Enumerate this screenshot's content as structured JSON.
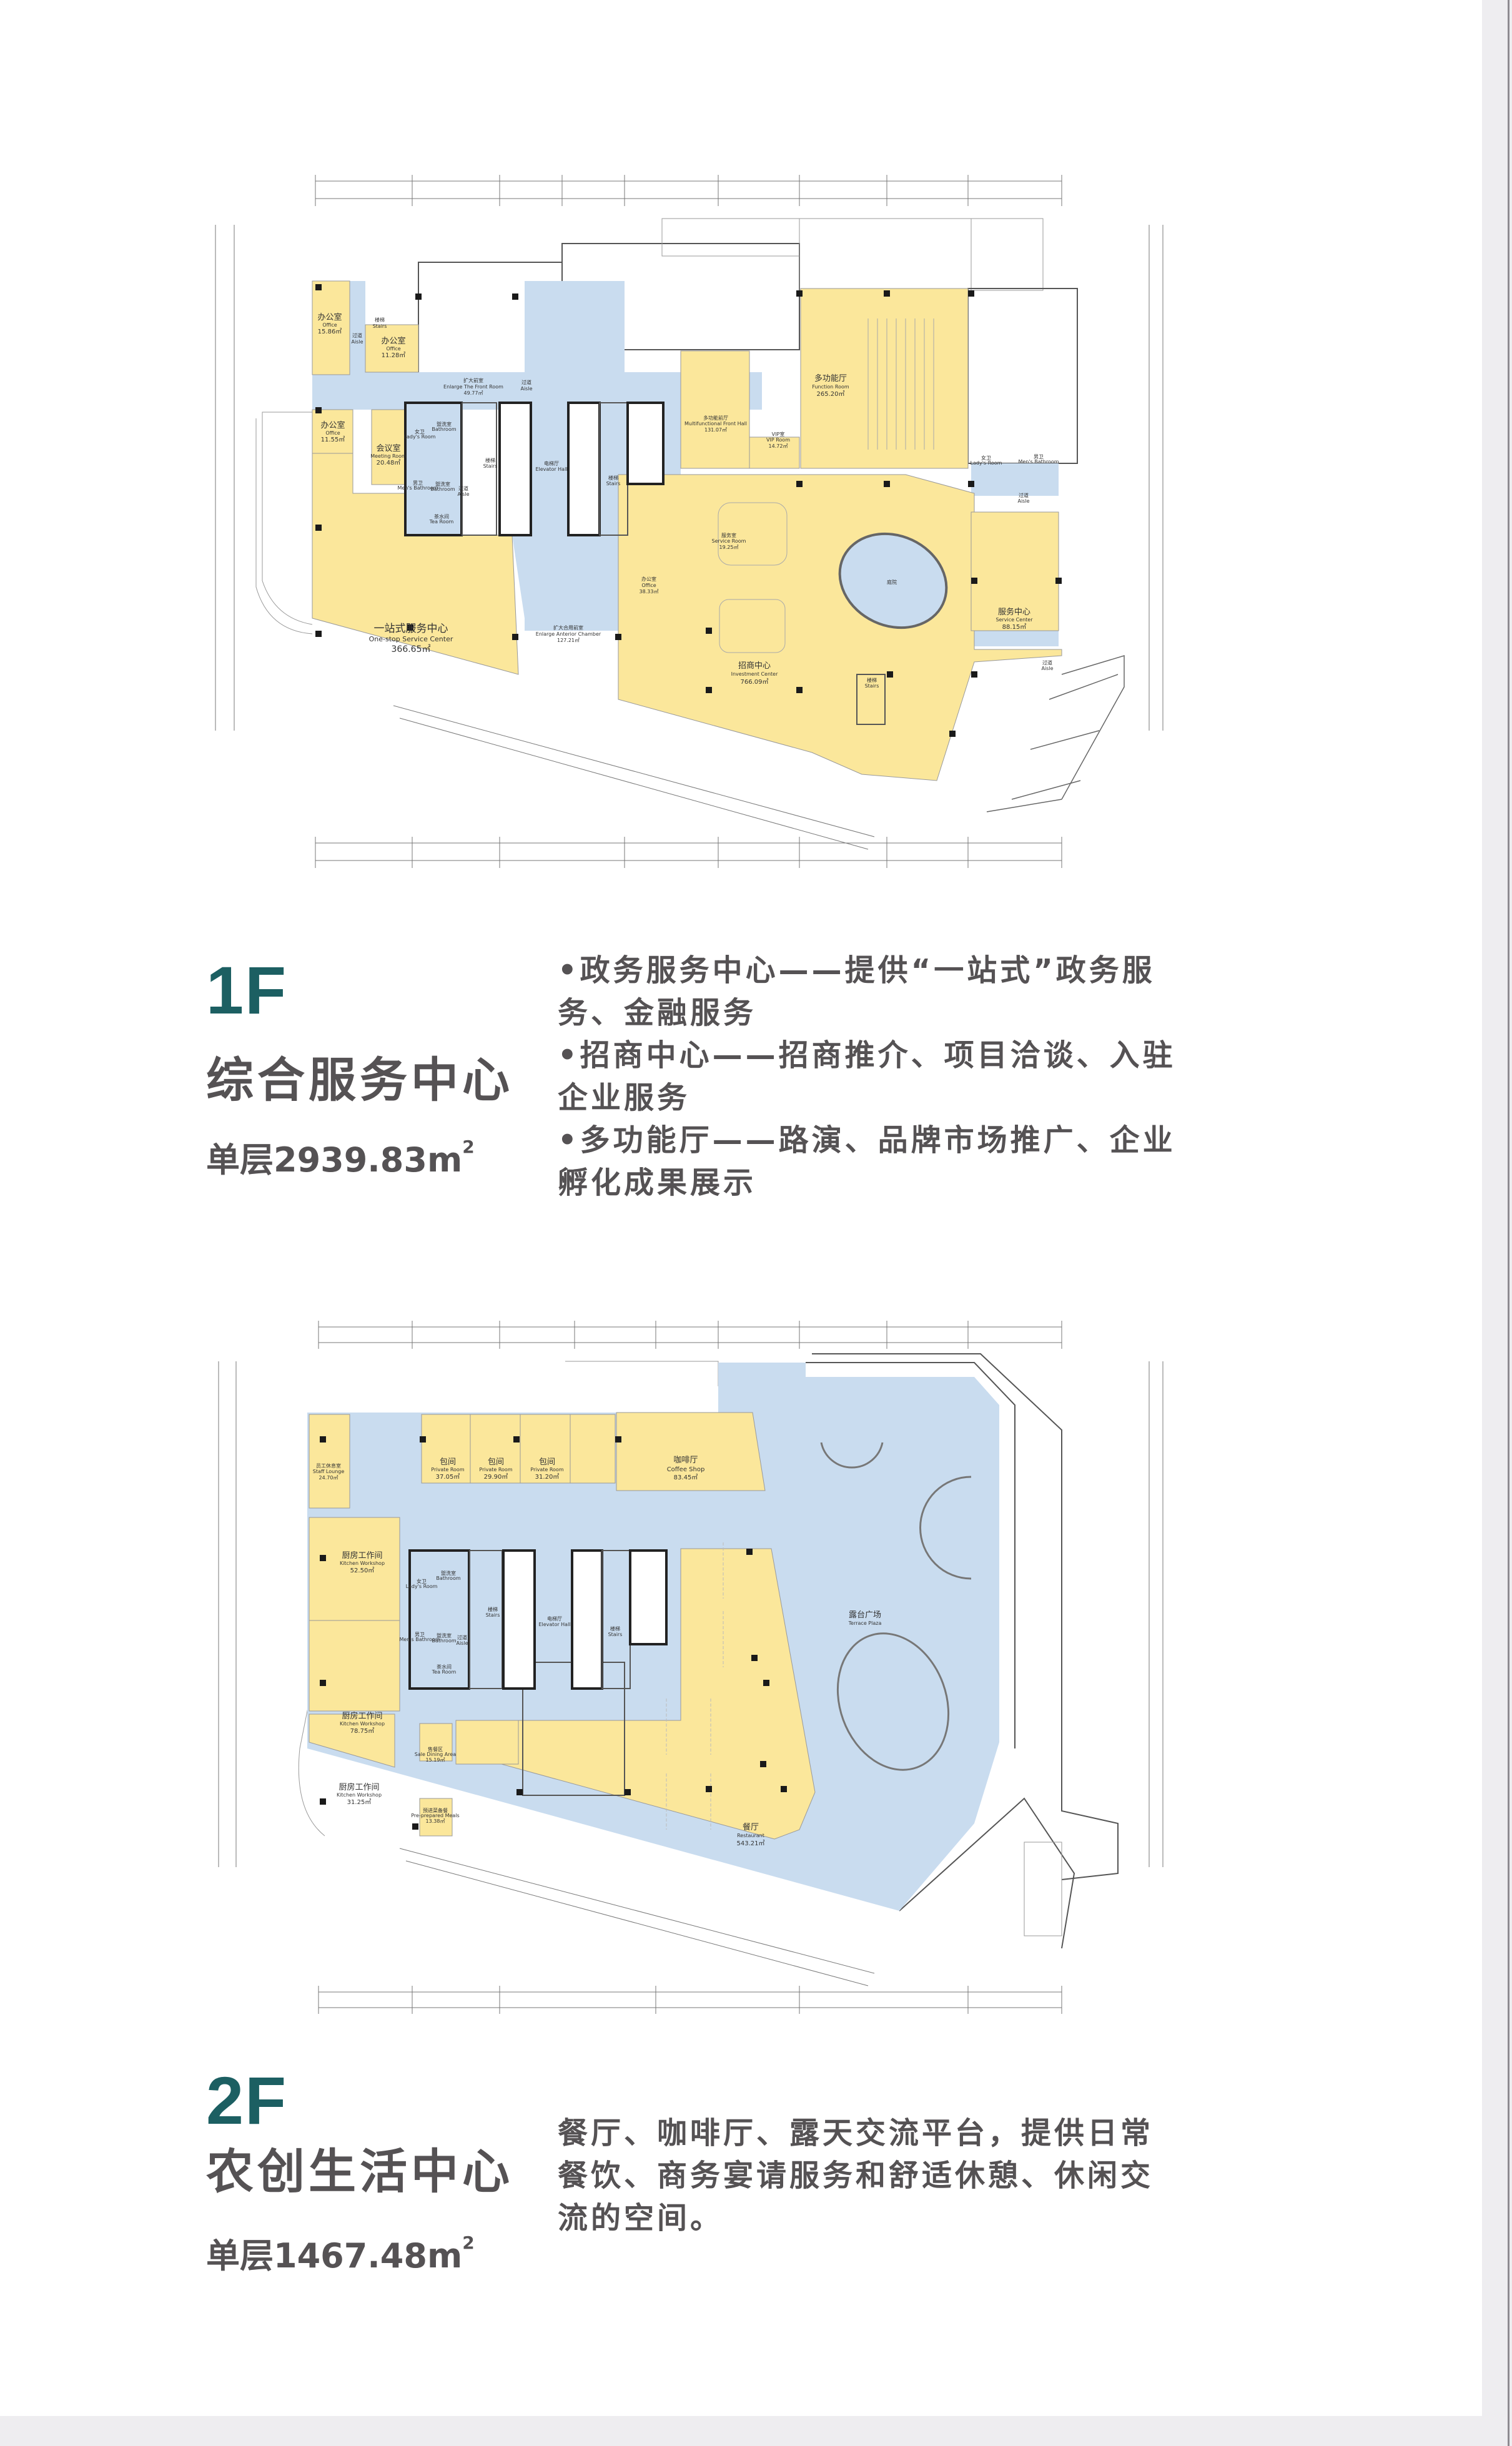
{
  "colors": {
    "accent": "#1c5f62",
    "text": "#555254",
    "room_yellow": "#fbe79b",
    "circulation_blue": "#c9dcef",
    "page_bg": "#eeedf0"
  },
  "floor1": {
    "floor_label": "1F",
    "title": "综合服务中心",
    "area_prefix": "单层2939.83m",
    "area_sup": "2",
    "bullets": [
      "•政务服务中心——提供“一站式”政务服务、金融服务",
      "•招商中心——招商推介、项目洽谈、入驻企业服务",
      "•多功能厅——路演、品牌市场推广、企业孵化成果展示"
    ],
    "rooms": [
      {
        "cn": "办公室",
        "en": "Office",
        "area": "15.86㎡"
      },
      {
        "cn": "过道",
        "en": "Aisle"
      },
      {
        "cn": "楼梯",
        "en": "Stairs"
      },
      {
        "cn": "办公室",
        "en": "Office",
        "area": "11.28㎡"
      },
      {
        "cn": "扩大前室",
        "en": "Enlarge The Front Room",
        "area": "49.77㎡"
      },
      {
        "cn": "过道",
        "en": "Aisle"
      },
      {
        "cn": "办公室",
        "en": "Office",
        "area": "11.55㎡"
      },
      {
        "cn": "会议室",
        "en": "Meeting Room",
        "area": "20.48㎡"
      },
      {
        "cn": "女卫",
        "en": "Lady's Room"
      },
      {
        "cn": "盥洗室",
        "en": "Bathroom"
      },
      {
        "cn": "男卫",
        "en": "Men's Bathroom"
      },
      {
        "cn": "盥洗室",
        "en": "Bathroom"
      },
      {
        "cn": "茶水间",
        "en": "Tea Room"
      },
      {
        "cn": "过道",
        "en": "Aisle"
      },
      {
        "cn": "楼梯",
        "en": "Stairs"
      },
      {
        "cn": "电梯厅",
        "en": "Elevator Hall"
      },
      {
        "cn": "楼梯",
        "en": "Stairs"
      },
      {
        "cn": "一站式服务中心",
        "en": "One-stop Service Center",
        "area": "366.65㎡"
      },
      {
        "cn": "扩大合用前室",
        "en": "Enlarge Anterior Chamber",
        "area": "127.21㎡"
      },
      {
        "cn": "办公室",
        "en": "Office",
        "area": "38.33㎡"
      },
      {
        "cn": "多功能前厅",
        "en": "Multifunctional Front Hall",
        "area": "131.07㎡"
      },
      {
        "cn": "VIP室",
        "en": "VIP Room",
        "area": "14.72㎡"
      },
      {
        "cn": "多功能厅",
        "en": "Function Room",
        "area": "265.20㎡"
      },
      {
        "cn": "女卫",
        "en": "Lady's Room"
      },
      {
        "cn": "男卫",
        "en": "Men's Bathroom"
      },
      {
        "cn": "过道",
        "en": "Aisle"
      },
      {
        "cn": "服务室",
        "en": "Service Room",
        "area": "19.25㎡"
      },
      {
        "cn": "庭院"
      },
      {
        "cn": "服务中心",
        "en": "Service Center",
        "area": "88.15㎡"
      },
      {
        "cn": "过道",
        "en": "Aisle"
      },
      {
        "cn": "招商中心",
        "en": "Investment Center",
        "area": "766.09㎡"
      },
      {
        "cn": "楼梯",
        "en": "Stairs"
      }
    ]
  },
  "floor2": {
    "floor_label": "2F",
    "title": "农创生活中心",
    "area_prefix": "单层1467.48m",
    "area_sup": "2",
    "description": [
      "餐厅、咖啡厅、露天交流平台，提供日常",
      "餐饮、商务宴请服务和舒适休憩、休闲交",
      "流的空间。"
    ],
    "rooms": [
      {
        "cn": "员工休息室",
        "en": "Staff Lounge",
        "area": "24.70㎡"
      },
      {
        "cn": "包间",
        "en": "Private Room",
        "area": "37.05㎡"
      },
      {
        "cn": "包间",
        "en": "Private Room",
        "area": "29.90㎡"
      },
      {
        "cn": "包间",
        "en": "Private Room",
        "area": "31.20㎡"
      },
      {
        "cn": "咖啡厅",
        "en": "Coffee Shop",
        "area": "83.45㎡"
      },
      {
        "cn": "厨房工作间",
        "en": "Kitchen Workshop",
        "area": "52.50㎡"
      },
      {
        "cn": "厨房工作间",
        "en": "Kitchen Workshop",
        "area": "78.75㎡"
      },
      {
        "cn": "厨房工作间",
        "en": "Kitchen Workshop",
        "area": "31.25㎡"
      },
      {
        "cn": "女卫",
        "en": "Lady's Room"
      },
      {
        "cn": "盥洗室",
        "en": "Bathroom"
      },
      {
        "cn": "男卫",
        "en": "Men's Bathroom"
      },
      {
        "cn": "盥洗室",
        "en": "Bathroom"
      },
      {
        "cn": "茶水间",
        "en": "Tea Room"
      },
      {
        "cn": "过道",
        "en": "Aisle"
      },
      {
        "cn": "楼梯",
        "en": "Stairs"
      },
      {
        "cn": "电梯厅",
        "en": "Elevator Hall"
      },
      {
        "cn": "楼梯",
        "en": "Stairs"
      },
      {
        "cn": "售餐区",
        "en": "Sale Dining Area",
        "area": "15.19㎡"
      },
      {
        "cn": "预进菜备餐",
        "en": "Pre-prepared Meals",
        "area": "13.38㎡"
      },
      {
        "cn": "餐厅",
        "en": "Restaurant",
        "area": "543.21㎡"
      },
      {
        "cn": "露台广场",
        "en": "Terrace Plaza"
      }
    ]
  }
}
